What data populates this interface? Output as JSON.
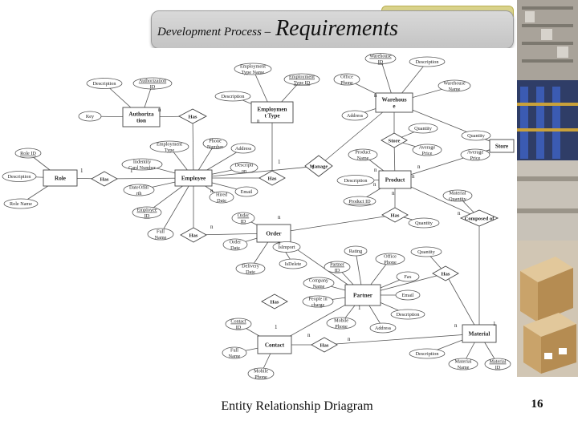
{
  "slide": {
    "title_prefix": "Development Process –",
    "title_main": "Requirements",
    "caption": "Entity Relationship Driagram",
    "page_number": "16"
  },
  "diagram": {
    "entities": [
      {
        "id": "authorization",
        "lines": [
          "Authoriza",
          "tion"
        ]
      },
      {
        "id": "employment-type",
        "lines": [
          "Employmen",
          "t Type"
        ]
      },
      {
        "id": "warehouse",
        "lines": [
          "Warehous",
          "e"
        ]
      },
      {
        "id": "role",
        "lines": [
          "Role"
        ]
      },
      {
        "id": "employee",
        "lines": [
          "Employee"
        ]
      },
      {
        "id": "product",
        "lines": [
          "Product"
        ]
      },
      {
        "id": "store",
        "lines": [
          "Store"
        ]
      },
      {
        "id": "order",
        "lines": [
          "Order"
        ]
      },
      {
        "id": "partner",
        "lines": [
          "Partner"
        ]
      },
      {
        "id": "contact",
        "lines": [
          "Contact"
        ]
      },
      {
        "id": "material",
        "lines": [
          "Material"
        ]
      }
    ],
    "relationships": [
      {
        "id": "has-auth-emp",
        "lines": [
          "Has"
        ]
      },
      {
        "id": "has-role-emp",
        "lines": [
          "Has"
        ]
      },
      {
        "id": "has-emp-type",
        "lines": [
          "Has"
        ]
      },
      {
        "id": "manage",
        "lines": [
          "Manage"
        ]
      },
      {
        "id": "has-emp-order",
        "lines": [
          "Has"
        ]
      },
      {
        "id": "has-order-product",
        "lines": [
          "Has"
        ]
      },
      {
        "id": "composed-of",
        "lines": [
          "Composed of"
        ]
      },
      {
        "id": "has-partner-material",
        "lines": [
          "Has"
        ]
      },
      {
        "id": "has-partner-contact",
        "lines": [
          "Has"
        ]
      },
      {
        "id": "has-contact-material",
        "lines": [
          "Has"
        ]
      },
      {
        "id": "store-rel",
        "lines": [
          "Store"
        ]
      },
      {
        "id": "has-emp-partner",
        "lines": [
          "Has"
        ]
      }
    ],
    "attributes": [
      {
        "id": "auth-description",
        "lines": [
          "Description"
        ]
      },
      {
        "id": "authorization-id",
        "lines": [
          "Authorization",
          "ID"
        ],
        "key": true
      },
      {
        "id": "auth-key",
        "lines": [
          "Key"
        ]
      },
      {
        "id": "employment-type-name",
        "lines": [
          "Employment",
          "Type Name"
        ]
      },
      {
        "id": "employment-type-id",
        "lines": [
          "Employment",
          "Type ID"
        ],
        "key": true
      },
      {
        "id": "emptype-description",
        "lines": [
          "Description"
        ]
      },
      {
        "id": "warehouse-id",
        "lines": [
          "Warehouse",
          "ID"
        ],
        "key": true
      },
      {
        "id": "wh-description",
        "lines": [
          "Description"
        ]
      },
      {
        "id": "office-phone",
        "lines": [
          "Office",
          "Phone"
        ]
      },
      {
        "id": "warehouse-name",
        "lines": [
          "Warehouse",
          "Name"
        ]
      },
      {
        "id": "wh-address",
        "lines": [
          "Address"
        ]
      },
      {
        "id": "role-id",
        "lines": [
          "Role ID"
        ],
        "key": true
      },
      {
        "id": "role-description",
        "lines": [
          "Description"
        ]
      },
      {
        "id": "role-name",
        "lines": [
          "Role Name"
        ]
      },
      {
        "id": "emp-employment-type",
        "lines": [
          "Employment",
          "Type"
        ]
      },
      {
        "id": "emp-phone-number",
        "lines": [
          "Phone",
          "Number"
        ]
      },
      {
        "id": "emp-address",
        "lines": [
          "Address"
        ]
      },
      {
        "id": "identity-card-number",
        "lines": [
          "Indentity",
          "Card Number"
        ]
      },
      {
        "id": "emp-description",
        "lines": [
          "Descripti",
          "on"
        ]
      },
      {
        "id": "date-of-birth",
        "lines": [
          "DateOfBi",
          "rth"
        ]
      },
      {
        "id": "hired-date",
        "lines": [
          "Hired",
          "Date"
        ]
      },
      {
        "id": "emp-email",
        "lines": [
          "Email"
        ]
      },
      {
        "id": "employee-id",
        "lines": [
          "Employee",
          "ID"
        ],
        "key": true
      },
      {
        "id": "full-name",
        "lines": [
          "Full",
          "Name"
        ]
      },
      {
        "id": "quantity-store",
        "lines": [
          "Quantity"
        ]
      },
      {
        "id": "average-price-store",
        "lines": [
          "Average",
          "Price"
        ]
      },
      {
        "id": "quantity-store-wh",
        "lines": [
          "Quantity"
        ]
      },
      {
        "id": "average-price-store-wh",
        "lines": [
          "Average",
          "Price"
        ]
      },
      {
        "id": "product-name",
        "lines": [
          "Product",
          "Name"
        ]
      },
      {
        "id": "product-description",
        "lines": [
          "Description"
        ]
      },
      {
        "id": "product-id",
        "lines": [
          "Product ID"
        ],
        "key": true
      },
      {
        "id": "material-quantity",
        "lines": [
          "Material",
          "Quantity"
        ]
      },
      {
        "id": "order-product-quantity",
        "lines": [
          "Quantity"
        ]
      },
      {
        "id": "order-id",
        "lines": [
          "Order",
          "ID"
        ],
        "key": true
      },
      {
        "id": "order-date",
        "lines": [
          "Order",
          "Date"
        ]
      },
      {
        "id": "is-import",
        "lines": [
          "IsImport"
        ]
      },
      {
        "id": "delivery-date",
        "lines": [
          "Delivery",
          "Date"
        ]
      },
      {
        "id": "is-delete",
        "lines": [
          "IsDelete"
        ]
      },
      {
        "id": "rating",
        "lines": [
          "Rating"
        ]
      },
      {
        "id": "partner-id",
        "lines": [
          "Partner",
          "ID"
        ],
        "key": true
      },
      {
        "id": "partner-office-phone",
        "lines": [
          "Office",
          "Phone"
        ]
      },
      {
        "id": "partner-quantity",
        "lines": [
          "Quantity"
        ]
      },
      {
        "id": "company-name",
        "lines": [
          "Company",
          "Name"
        ]
      },
      {
        "id": "fax",
        "lines": [
          "Fax"
        ]
      },
      {
        "id": "people-in-charge",
        "lines": [
          "People in",
          "charge"
        ]
      },
      {
        "id": "partner-email",
        "lines": [
          "Email"
        ]
      },
      {
        "id": "partner-description",
        "lines": [
          "Description"
        ]
      },
      {
        "id": "mobile-phone",
        "lines": [
          "Mobile",
          "Phone"
        ]
      },
      {
        "id": "partner-address",
        "lines": [
          "Address"
        ]
      },
      {
        "id": "contact-id",
        "lines": [
          "Contact",
          "ID"
        ],
        "key": true
      },
      {
        "id": "contact-full-name",
        "lines": [
          "Full",
          "Name"
        ]
      },
      {
        "id": "contact-mobile-phone",
        "lines": [
          "Mobile",
          "Phone"
        ]
      },
      {
        "id": "material-description",
        "lines": [
          "Description"
        ]
      },
      {
        "id": "material-name",
        "lines": [
          "Material",
          "Name"
        ]
      },
      {
        "id": "material-id",
        "lines": [
          "Material",
          "ID"
        ],
        "key": true
      }
    ],
    "cardinalities": [
      "n",
      "1",
      "1",
      "n",
      "1",
      "n",
      "n",
      "n",
      "n",
      "1",
      "n",
      "n",
      "n",
      "n",
      "1",
      "n",
      "n",
      "1",
      "n",
      "1",
      "n",
      "n",
      "n"
    ]
  }
}
